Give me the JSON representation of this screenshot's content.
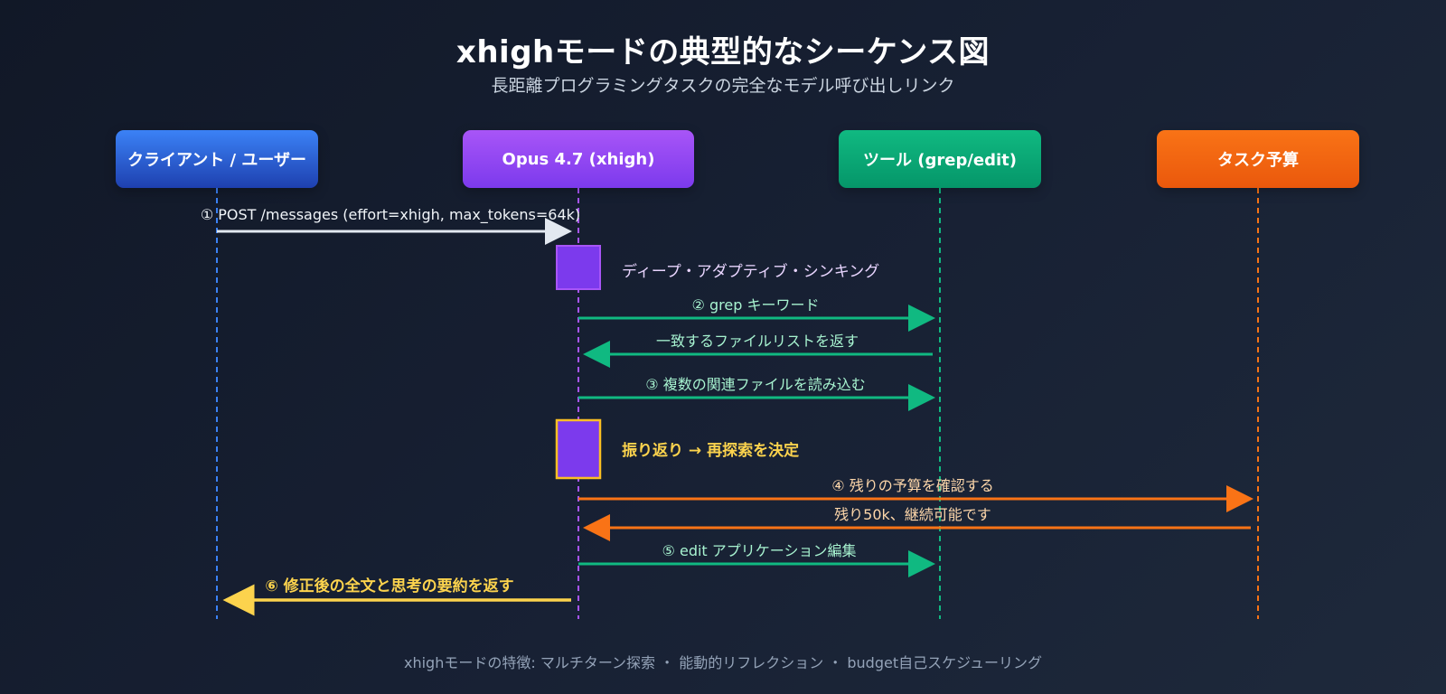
{
  "header": {
    "title": "xhighモードの典型的なシーケンス図",
    "subtitle": "長距離プログラミングタスクの完全なモデル呼び出しリンク"
  },
  "actors": [
    {
      "id": "client",
      "label": "クライアント / ユーザー",
      "color": "#3b82f6"
    },
    {
      "id": "opus",
      "label": "Opus 4.7 (xhigh)",
      "color": "#a855f7"
    },
    {
      "id": "tool",
      "label": "ツール (grep/edit)",
      "color": "#10b981"
    },
    {
      "id": "budget",
      "label": "タスク予算",
      "color": "#f97316"
    }
  ],
  "messages": [
    {
      "label": "① POST /messages (effort=xhigh, max_tokens=64k)",
      "from": "client",
      "to": "opus",
      "color": "#e2e8f0"
    },
    {
      "label": "② grep キーワード",
      "from": "opus",
      "to": "tool",
      "color": "#10b981"
    },
    {
      "label": "一致するファイルリストを返す",
      "from": "tool",
      "to": "opus",
      "color": "#10b981"
    },
    {
      "label": "③ 複数の関連ファイルを読み込む",
      "from": "opus",
      "to": "tool",
      "color": "#10b981"
    },
    {
      "label": "④ 残りの予算を確認する",
      "from": "opus",
      "to": "budget",
      "color": "#f97316"
    },
    {
      "label": "残り50k、継続可能です",
      "from": "budget",
      "to": "opus",
      "color": "#f97316"
    },
    {
      "label": "⑤ edit アプリケーション編集",
      "from": "opus",
      "to": "tool",
      "color": "#10b981"
    },
    {
      "label": "⑥ 修正後の全文と思考の要約を返す",
      "from": "opus",
      "to": "client",
      "color": "#fcd34d"
    }
  ],
  "notes": [
    {
      "label": "ディープ・アダプティブ・シンキング",
      "color": "#e9d5ff"
    },
    {
      "label": "振り返り → 再探索を決定",
      "color": "#fcd34d"
    }
  ],
  "footer": {
    "text": "xhighモードの特徴: マルチターン探索 ・ 能動的リフレクション ・ budget自己スケジューリング"
  }
}
